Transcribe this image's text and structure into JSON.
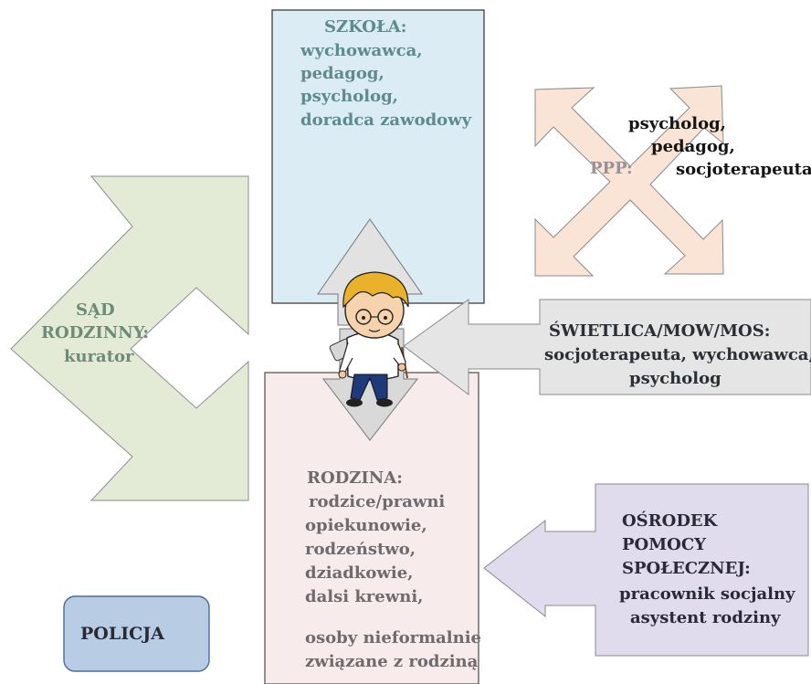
{
  "szkola": {
    "title": "SZKOŁA:",
    "items": [
      "wychowawca,",
      "pedagog,",
      "psycholog,",
      "doradca zawodowy"
    ]
  },
  "ppp": {
    "label": "PPP:",
    "items": [
      "psycholog,",
      "pedagog,",
      "socjoterapeuta"
    ]
  },
  "sad": {
    "title1": "SĄD",
    "title2": "RODZINNY:",
    "item": "kurator"
  },
  "swietlica": {
    "title": "ŚWIETLICA/MOW/MOS:",
    "line2": "socjoterapeuta, wychowawca,",
    "line3": "psycholog"
  },
  "rodzina": {
    "title": "RODZINA:",
    "items": [
      "rodzice/prawni",
      "opiekunowie,",
      "rodzeństwo,",
      "dziadkowie,",
      "dalsi krewni,"
    ],
    "extra": [
      "osoby nieformalnie",
      "związane z rodziną"
    ]
  },
  "ops": {
    "title": [
      "OŚRODEK",
      "POMOCY",
      "SPOŁECZNEJ:"
    ],
    "items": [
      "pracownik socjalny",
      "asystent rodziny"
    ]
  },
  "policja": {
    "label": "POLICJA"
  },
  "colors": {
    "school_fill": "#dbecf4",
    "ppp_fill": "#f9e4d6",
    "sad_fill": "#e3ebd6",
    "swietlica_fill": "#e5e5e5",
    "rodzina_fill": "#f8ebeb",
    "ops_fill": "#e1dced",
    "policja_fill": "#b8cce4",
    "policja_border": "#4a6c9a"
  }
}
